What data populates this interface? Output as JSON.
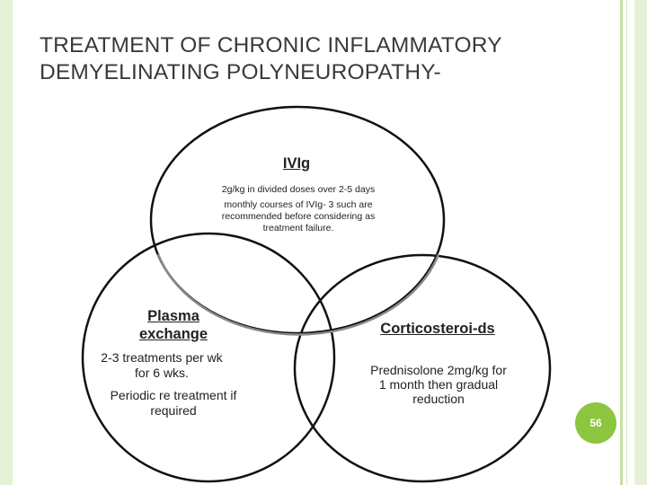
{
  "slide": {
    "title": "TREATMENT OF CHRONIC INFLAMMATORY\nDEMYELINATING POLYNEUROPATHY-",
    "page_number": "56"
  },
  "diagram": {
    "ivig": {
      "heading": "IVIg",
      "dose": "2g/kg in divided doses over 2-5 days",
      "courses": "monthly courses of IVIg- 3 such are recommended before considering as treatment failure."
    },
    "plasma_exchange": {
      "heading": "Plasma exchange",
      "frequency": "2-3 treatments per wk for 6 wks.",
      "periodic": "Periodic re treatment if required"
    },
    "corticosteroids": {
      "heading": "Corticosteroi-ds",
      "regimen": "Prednisolone 2mg/kg for 1 month then gradual reduction"
    }
  },
  "colors": {
    "accent_green": "#8cc63e",
    "border_green": "#e4f1d6",
    "circle_outline": "#111111",
    "overlap_outline": "#888888"
  }
}
